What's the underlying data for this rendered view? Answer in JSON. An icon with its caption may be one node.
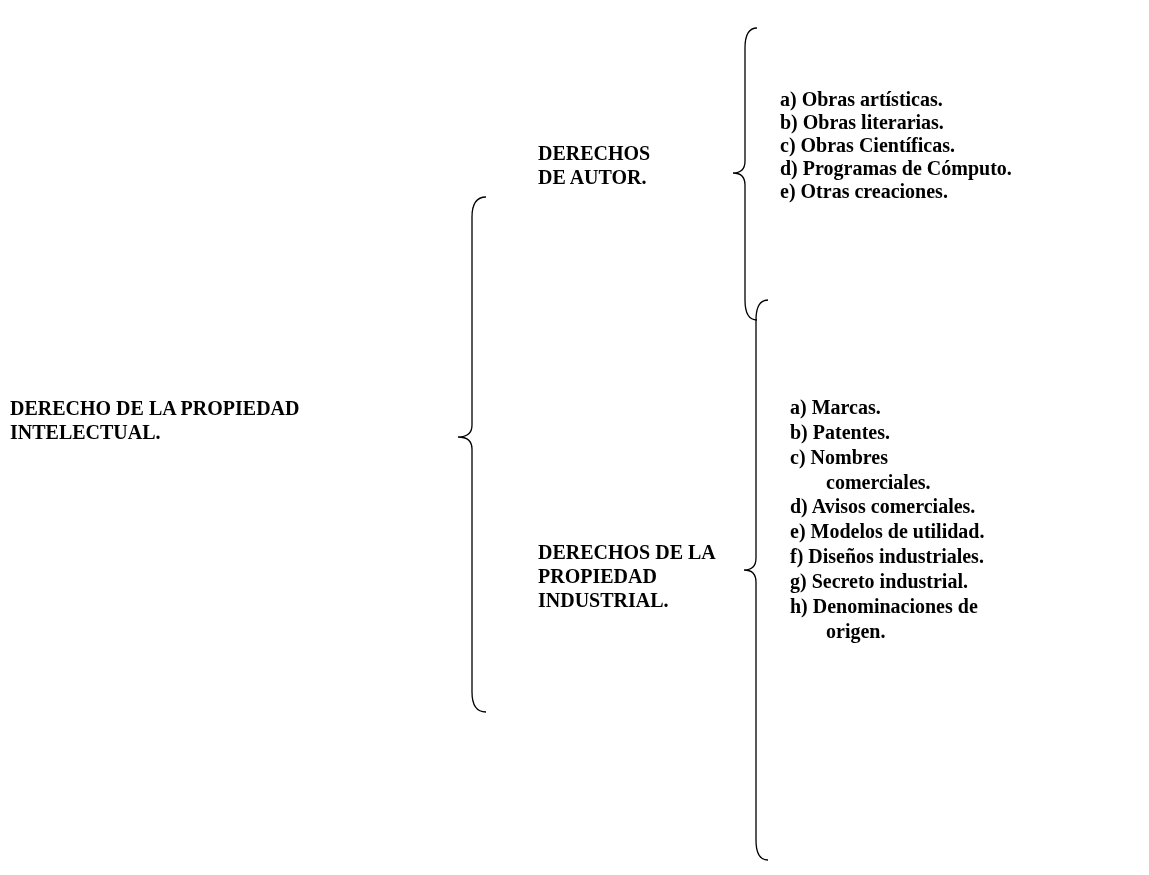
{
  "diagram": {
    "labels": [
      "DERECHO DE LA PROPIEDAD INTELECTUAL.",
      "DERECHOS DE AUTOR.",
      "a) Obras artísticas.",
      "b) Obras literarias.",
      "c) Obras Científicas.",
      "d) Programas de Cómputo.",
      "e) Otras creaciones.",
      "DERECHOS DE LA PROPIEDAD INDUSTRIAL.",
      "a) Marcas.",
      "b) Patentes.",
      "c) Nombres comerciales.",
      "d) Avisos comerciales.",
      "e) Modelos de utilidad.",
      "f) Diseños industriales.",
      "g) Secreto industrial.",
      "h) Denominaciones de origen."
    ]
  }
}
